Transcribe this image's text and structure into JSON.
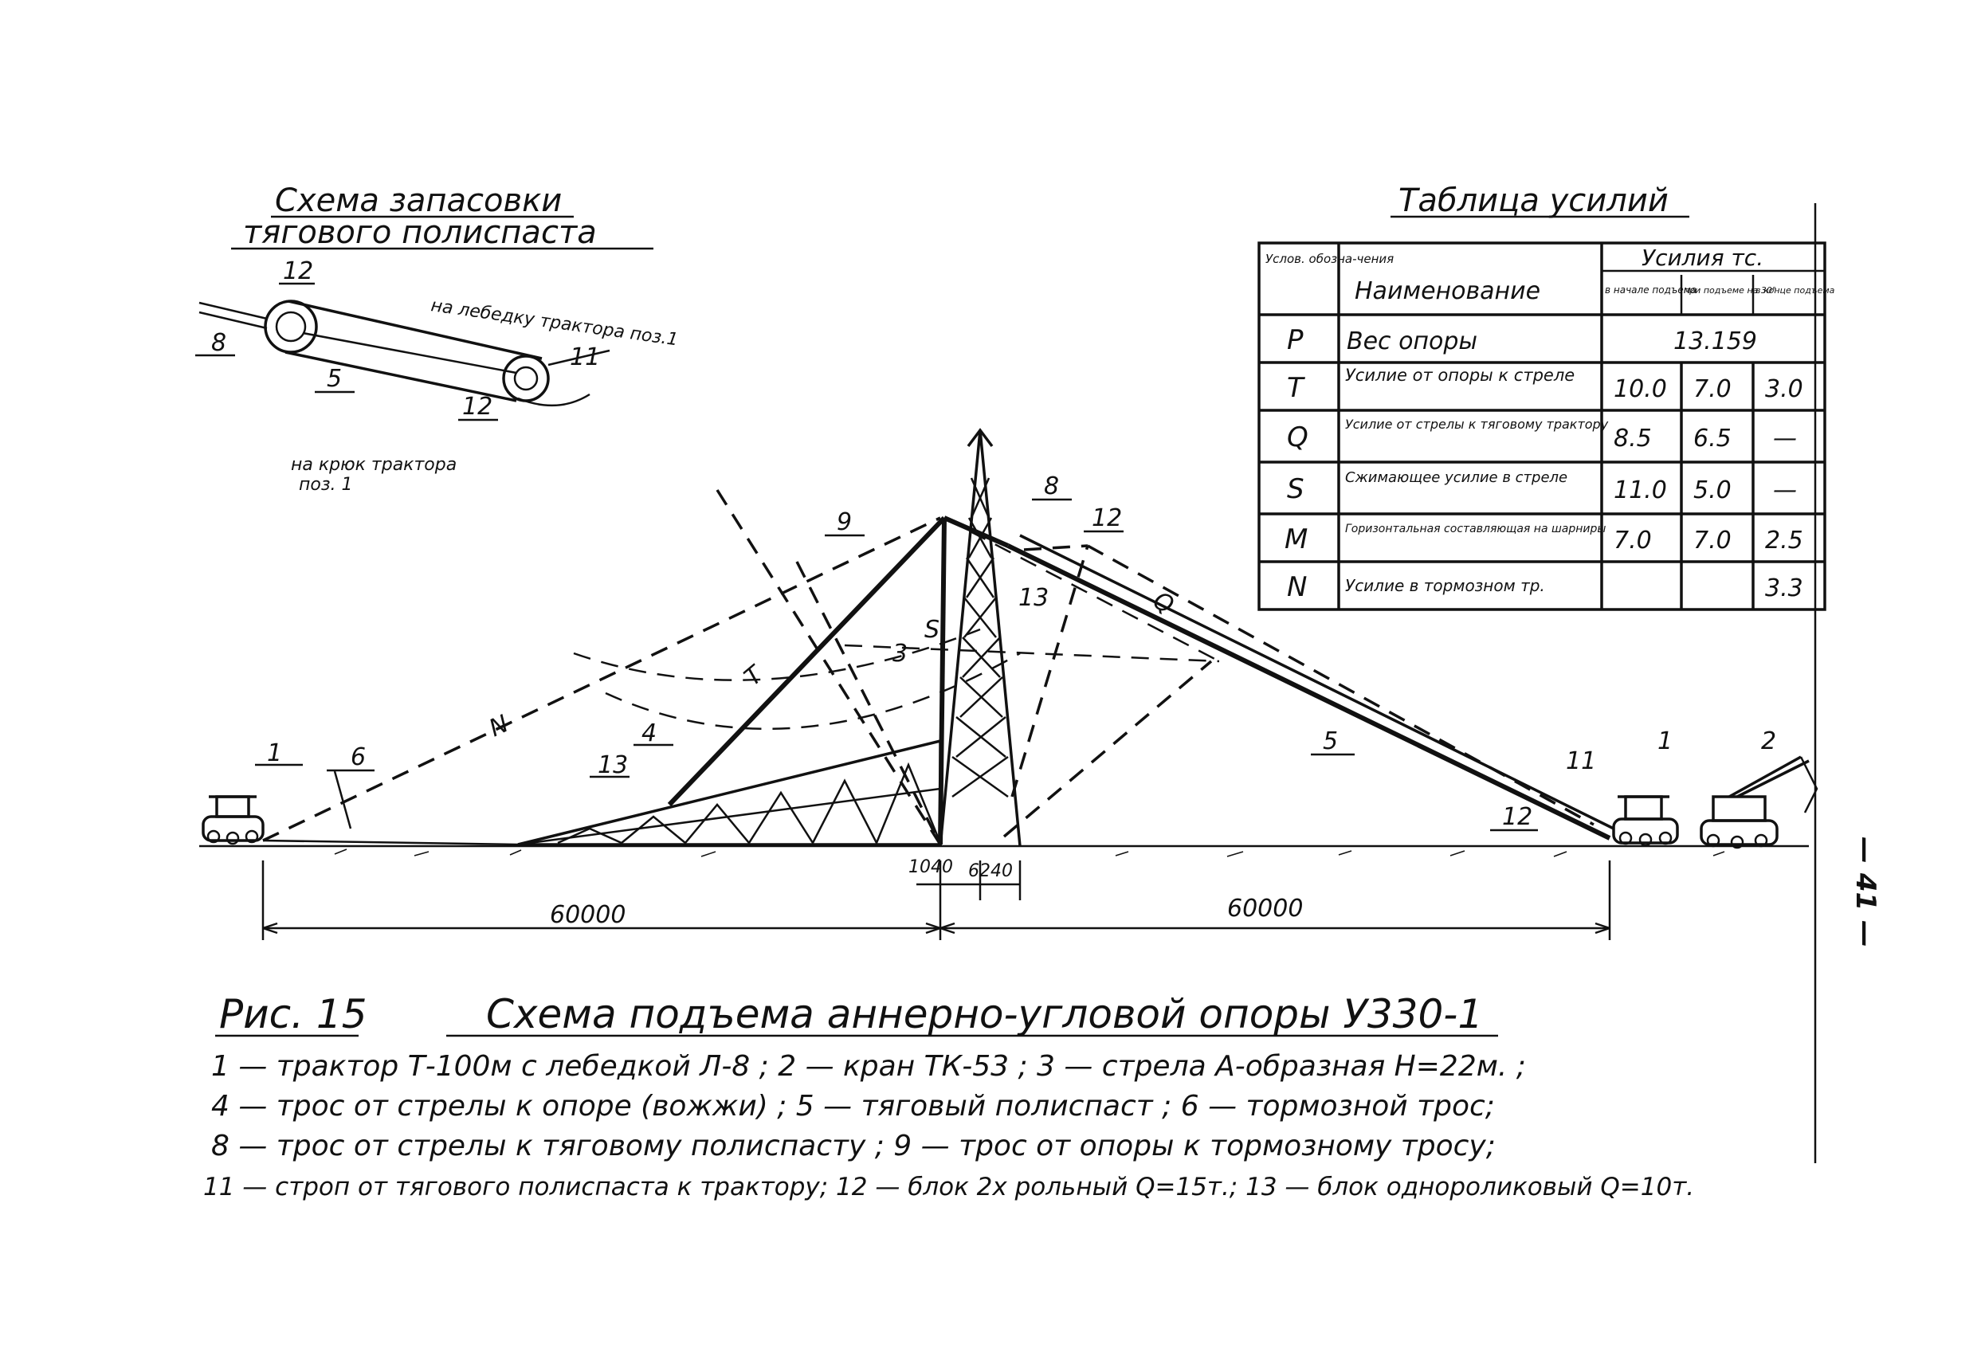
{
  "page_number": "— 41 —",
  "reeving_scheme": {
    "title_line1": "Схема запасовки",
    "title_line2": "тягового полиспаста",
    "note_winch": "на лебедку трактора поз.1",
    "note_hook_line1": "на крюк трактора",
    "note_hook_line2": "поз. 1",
    "labels": {
      "top_block": "12",
      "bottom_block": "12",
      "rope": "5",
      "left": "8",
      "right": "11"
    }
  },
  "force_table": {
    "title": "Таблица усилий",
    "header_symbol": "Услов. обозна-чения",
    "header_name": "Наименование",
    "header_group": "Усилия тс.",
    "header_cols": [
      "в начале подъема",
      "при подъеме на 30°",
      "в конце подъема"
    ],
    "rows": [
      {
        "sym": "P",
        "name": "Вес опоры",
        "values": [
          "13.159"
        ],
        "merged": true
      },
      {
        "sym": "T",
        "name": "Усилие от опоры к стреле",
        "values": [
          "10.0",
          "7.0",
          "3.0"
        ]
      },
      {
        "sym": "Q",
        "name": "Усилие от стрелы к тяговому трактору",
        "values": [
          "8.5",
          "6.5",
          "—"
        ]
      },
      {
        "sym": "S",
        "name": "Сжимающее усилие в стреле",
        "values": [
          "11.0",
          "5.0",
          "—"
        ]
      },
      {
        "sym": "M",
        "name": "Горизонтальная составляющая на шарниры",
        "values": [
          "7.0",
          "7.0",
          "2.5"
        ]
      },
      {
        "sym": "N",
        "name": "Усилие в тормозном тр.",
        "values": [
          "",
          "",
          "3.3"
        ]
      }
    ]
  },
  "diagram_labels": {
    "l1_left": "1",
    "l6": "6",
    "l13_low": "13",
    "l4": "4",
    "l9": "9",
    "l3": "3",
    "l8": "8",
    "l12_top": "12",
    "l13_top": "13",
    "l5": "5",
    "l11": "11",
    "l12_low": "12",
    "l1_right": "1",
    "l2": "2",
    "N": "N",
    "T": "T",
    "S": "S",
    "Q": "Q",
    "dim_left": "60000",
    "dim_right": "60000",
    "dim_a": "1040",
    "dim_b": "6240"
  },
  "caption": {
    "fig": "Рис. 15",
    "title": "Схема подъема аннерно-угловой опоры У330-1"
  },
  "legend_lines": [
    "1 — трактор Т-100м с лебедкой Л-8 ; 2 — кран ТК-53 ; 3 — стрела А-образная Н=22м. ;",
    "4 — трос от стрелы к опоре (вожжи) ; 5 — тяговый полиспаст ; 6 — тормозной трос;",
    "8 — трос от стрелы к тяговому полиспасту ; 9 — трос от опоры к тормозному тросу;",
    "11 — строп от тягового полиспаста к трактору; 12 — блок 2х рольный Q=15т.; 13 — блок однороликовый Q=10т."
  ]
}
